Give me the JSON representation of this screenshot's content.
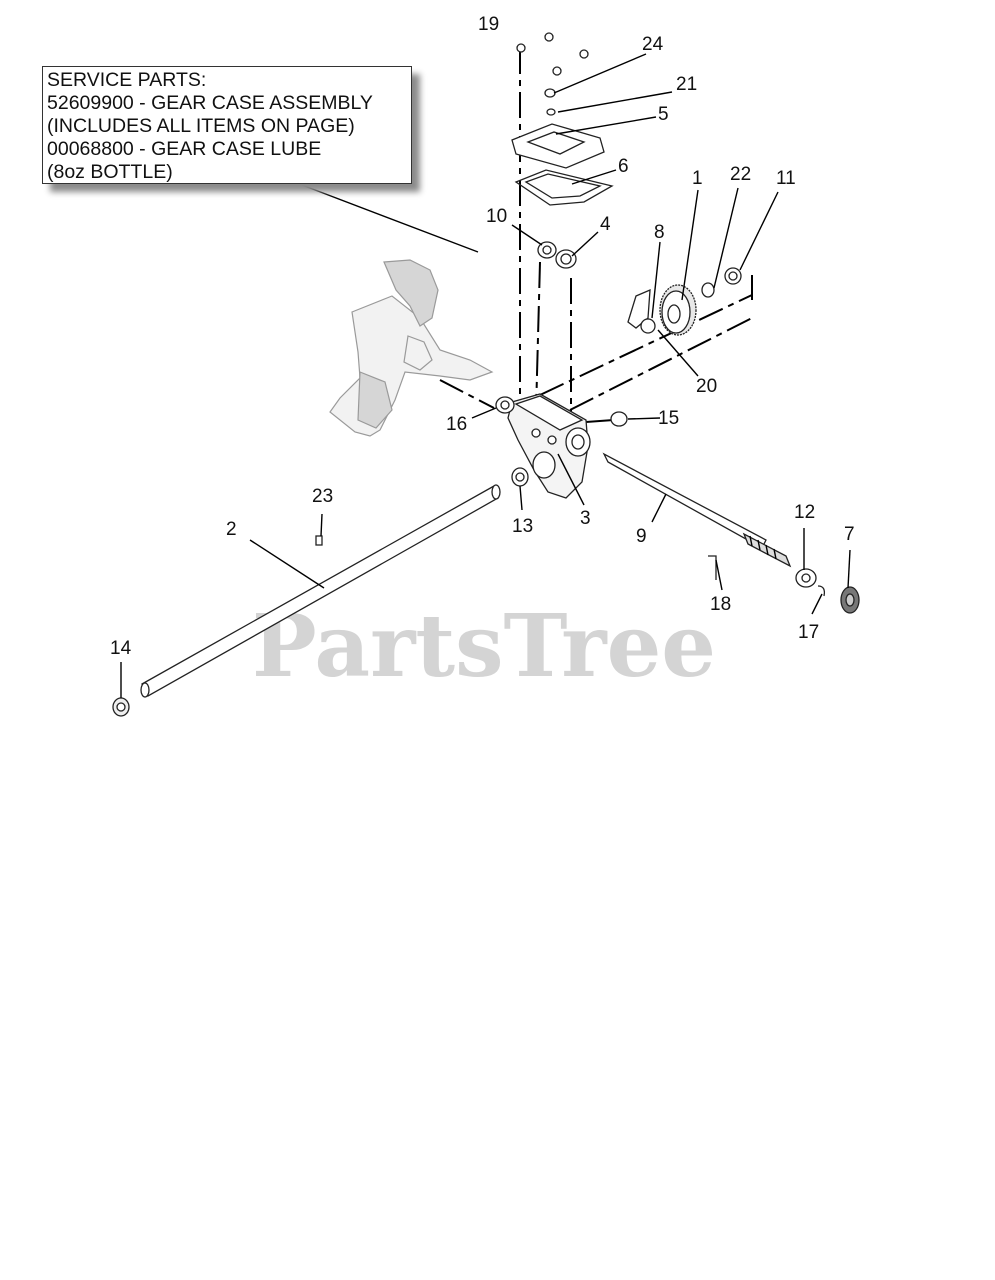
{
  "service_box": {
    "lines": [
      "SERVICE PARTS:",
      "52609900 - GEAR CASE ASSEMBLY",
      "(INCLUDES ALL ITEMS ON PAGE)",
      "00068800 - GEAR CASE LUBE",
      "(8oz BOTTLE)"
    ]
  },
  "watermark": "PartsTree",
  "callouts": {
    "c1": "1",
    "c2": "2",
    "c3": "3",
    "c4": "4",
    "c5": "5",
    "c6": "6",
    "c7": "7",
    "c8": "8",
    "c9": "9",
    "c10": "10",
    "c11": "11",
    "c12": "12",
    "c13": "13",
    "c14": "14",
    "c15": "15",
    "c16": "16",
    "c17": "17",
    "c18": "18",
    "c19": "19",
    "c20": "20",
    "c21": "21",
    "c22": "22",
    "c23": "23",
    "c24": "24"
  }
}
